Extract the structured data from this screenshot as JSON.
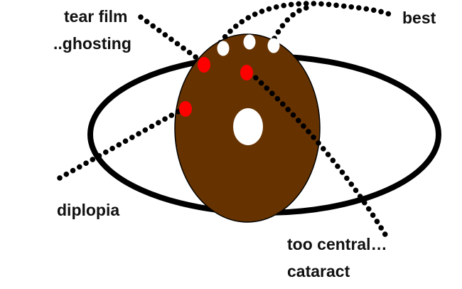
{
  "labels": {
    "tear_film": "tear film",
    "ghosting": "..ghosting",
    "best": "best",
    "diplopia": "diplopia",
    "too_central": "too central…",
    "cataract": "cataract"
  },
  "colors": {
    "iris": "#663300",
    "eye_outline": "#000000",
    "pupil": "#ffffff",
    "good_marker": "#ffffff",
    "bad_marker": "#ff0000",
    "pointer_line": "#000000",
    "text": "#111111"
  }
}
